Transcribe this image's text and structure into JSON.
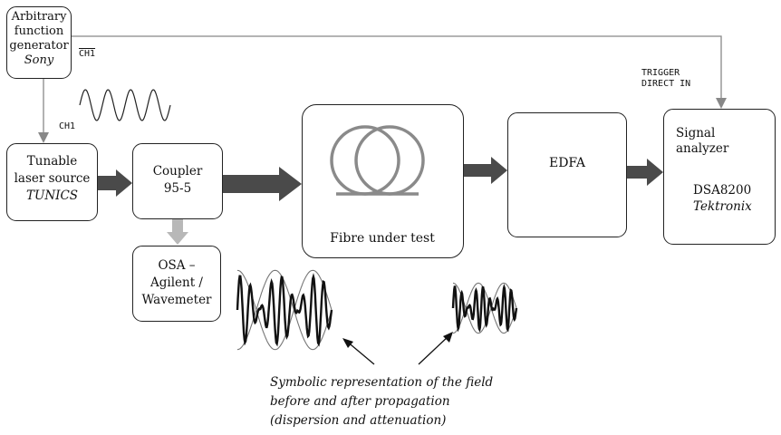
{
  "awg": {
    "line1": "Arbitrary",
    "line2": "function",
    "line3": "generator",
    "brand": "Sony"
  },
  "laser": {
    "line1": "Tunable",
    "line2": "laser source",
    "brand": "TUNICS"
  },
  "coupler": {
    "line1": "Coupler",
    "ratio": "95-5"
  },
  "osa": {
    "line1": "OSA –",
    "line2": "Agilent /",
    "line3": "Wavemeter"
  },
  "fibre": {
    "label": "Fibre under test"
  },
  "edfa": {
    "label": "EDFA"
  },
  "analyzer": {
    "line1": "Signal",
    "line2": "analyzer",
    "model": "DSA8200",
    "brand": "Tektronix"
  },
  "ports": {
    "ch1": "CH1",
    "ch1_bar": "CH1",
    "trigger_line1": "TRIGGER",
    "trigger_line2": "DIRECT IN"
  },
  "caption": {
    "line1": "Symbolic representation of the field",
    "line2": "before and after propagation",
    "line3": "(dispersion and attenuation)"
  },
  "colors": {
    "arrow_dark": "#4a4a4a",
    "arrow_light": "#b8b8b8",
    "line_gray": "#888888",
    "box_border": "#222222"
  }
}
